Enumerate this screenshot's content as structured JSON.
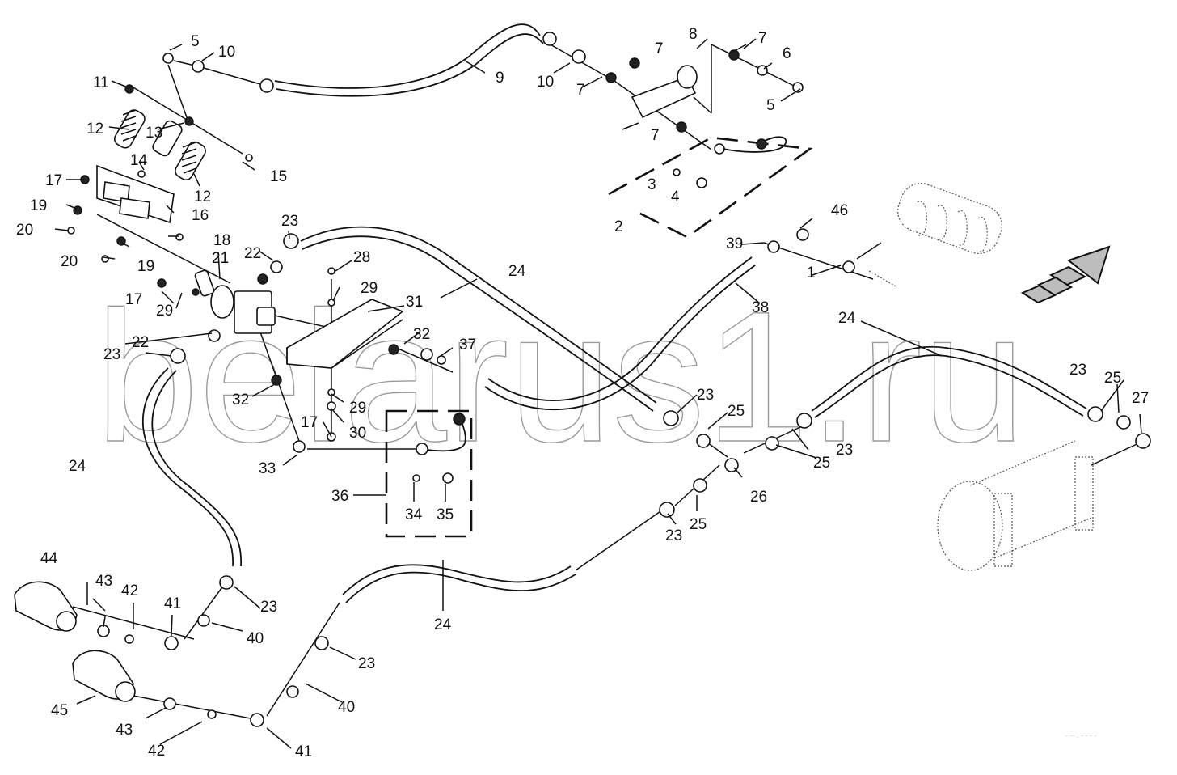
{
  "diagram": {
    "title": "Pneumatic brake drive — trailer lines exploded view",
    "watermark": "belarus1.ru",
    "drawing_code": "- -- . - - - -",
    "direction_indicator": "forward-arrow",
    "colors": {
      "line": "#111111",
      "watermark": "#9a9a9a",
      "arrow_fill": "#bdbdbd",
      "background": "#ffffff"
    },
    "callouts": [
      {
        "id": "c1",
        "num": "1"
      },
      {
        "id": "c2",
        "num": "2"
      },
      {
        "id": "c3",
        "num": "3"
      },
      {
        "id": "c4",
        "num": "4"
      },
      {
        "id": "c5a",
        "num": "5"
      },
      {
        "id": "c5b",
        "num": "5"
      },
      {
        "id": "c6",
        "num": "6"
      },
      {
        "id": "c7a",
        "num": "7"
      },
      {
        "id": "c7b",
        "num": "7"
      },
      {
        "id": "c7c",
        "num": "7"
      },
      {
        "id": "c7d",
        "num": "7"
      },
      {
        "id": "c8",
        "num": "8"
      },
      {
        "id": "c9",
        "num": "9"
      },
      {
        "id": "c10a",
        "num": "10"
      },
      {
        "id": "c10b",
        "num": "10"
      },
      {
        "id": "c11",
        "num": "11"
      },
      {
        "id": "c12a",
        "num": "12"
      },
      {
        "id": "c12b",
        "num": "12"
      },
      {
        "id": "c13",
        "num": "13"
      },
      {
        "id": "c14",
        "num": "14"
      },
      {
        "id": "c15",
        "num": "15"
      },
      {
        "id": "c16",
        "num": "16"
      },
      {
        "id": "c17a",
        "num": "17"
      },
      {
        "id": "c17b",
        "num": "17"
      },
      {
        "id": "c17c",
        "num": "17"
      },
      {
        "id": "c18",
        "num": "18"
      },
      {
        "id": "c19a",
        "num": "19"
      },
      {
        "id": "c19b",
        "num": "19"
      },
      {
        "id": "c20a",
        "num": "20"
      },
      {
        "id": "c20b",
        "num": "20"
      },
      {
        "id": "c21",
        "num": "21"
      },
      {
        "id": "c22a",
        "num": "22"
      },
      {
        "id": "c22b",
        "num": "22"
      },
      {
        "id": "c23a",
        "num": "23"
      },
      {
        "id": "c23b",
        "num": "23"
      },
      {
        "id": "c23c",
        "num": "23"
      },
      {
        "id": "c23d",
        "num": "23"
      },
      {
        "id": "c23e",
        "num": "23"
      },
      {
        "id": "c23f",
        "num": "23"
      },
      {
        "id": "c23g",
        "num": "23"
      },
      {
        "id": "c23h",
        "num": "23"
      },
      {
        "id": "c24a",
        "num": "24"
      },
      {
        "id": "c24b",
        "num": "24"
      },
      {
        "id": "c24c",
        "num": "24"
      },
      {
        "id": "c24d",
        "num": "24"
      },
      {
        "id": "c25a",
        "num": "25"
      },
      {
        "id": "c25b",
        "num": "25"
      },
      {
        "id": "c25c",
        "num": "25"
      },
      {
        "id": "c25d",
        "num": "25"
      },
      {
        "id": "c26",
        "num": "26"
      },
      {
        "id": "c27",
        "num": "27"
      },
      {
        "id": "c28",
        "num": "28"
      },
      {
        "id": "c29a",
        "num": "29"
      },
      {
        "id": "c29b",
        "num": "29"
      },
      {
        "id": "c29c",
        "num": "29"
      },
      {
        "id": "c30",
        "num": "30"
      },
      {
        "id": "c31",
        "num": "31"
      },
      {
        "id": "c32a",
        "num": "32"
      },
      {
        "id": "c32b",
        "num": "32"
      },
      {
        "id": "c33",
        "num": "33"
      },
      {
        "id": "c34",
        "num": "34"
      },
      {
        "id": "c35",
        "num": "35"
      },
      {
        "id": "c36",
        "num": "36"
      },
      {
        "id": "c37",
        "num": "37"
      },
      {
        "id": "c38",
        "num": "38"
      },
      {
        "id": "c39",
        "num": "39"
      },
      {
        "id": "c40a",
        "num": "40"
      },
      {
        "id": "c40b",
        "num": "40"
      },
      {
        "id": "c41a",
        "num": "41"
      },
      {
        "id": "c41b",
        "num": "41"
      },
      {
        "id": "c42a",
        "num": "42"
      },
      {
        "id": "c42b",
        "num": "42"
      },
      {
        "id": "c43a",
        "num": "43"
      },
      {
        "id": "c43b",
        "num": "43"
      },
      {
        "id": "c44",
        "num": "44"
      },
      {
        "id": "c45",
        "num": "45"
      },
      {
        "id": "c46",
        "num": "46"
      }
    ]
  }
}
